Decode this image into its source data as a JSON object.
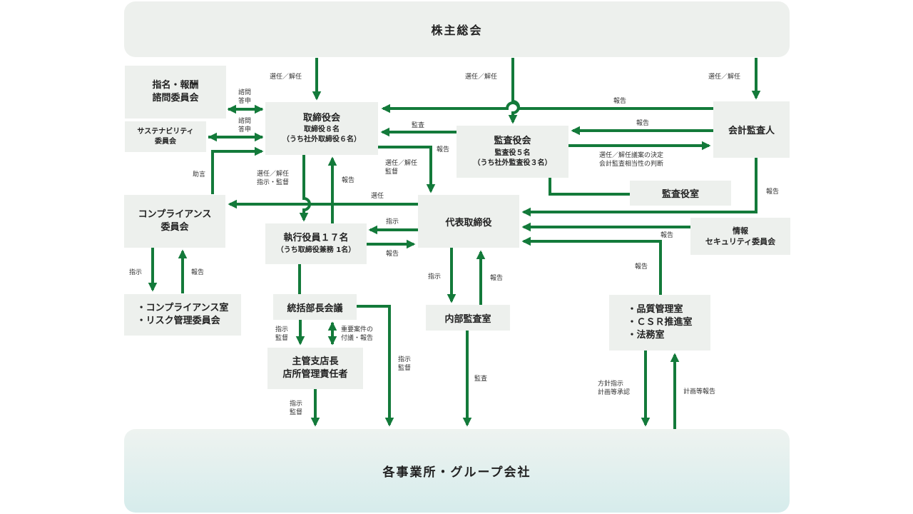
{
  "nodes": {
    "shareholders": "株主総会",
    "nomination_committee": [
      "指名・報酬",
      "諮問委員会"
    ],
    "sustainability_committee": [
      "サステナビリティ",
      "委員会"
    ],
    "board": {
      "title": "取締役会",
      "sub1": "取締役８名",
      "sub2": "（うち社外取締役６名）"
    },
    "audit_board": {
      "title": "監査役会",
      "sub1": "監査役５名",
      "sub2": "（うち社外監査役３名）"
    },
    "auditor": "会計監査人",
    "audit_office": "監査役室",
    "compliance_committee": [
      "コンプライアンス",
      "委員会"
    ],
    "executive_officers": {
      "title": "執行役員１７名",
      "sub": "（うち取締役兼務 1名）"
    },
    "representative_director": "代表取締役",
    "info_security_committee": [
      "情報",
      "セキュリティ委員会"
    ],
    "compliance_office": [
      "・コンプライアンス室",
      "・リスク管理委員会"
    ],
    "general_managers_meeting": "統括部長会議",
    "branch_managers": [
      "主管支店長",
      "店所管理責任者"
    ],
    "internal_audit": "内部監査室",
    "quality_offices": [
      "・品質管理室",
      "・ＣＳＲ推進室",
      "・法務室"
    ],
    "business_sites": "各事業所・グループ会社"
  },
  "labels": {
    "elect_dismiss": "選任／解任",
    "consult_1": [
      "諮問",
      "答申"
    ],
    "consult_2": [
      "諮問",
      "答申"
    ],
    "report": "報告",
    "audit": "監査",
    "advice": "助言",
    "elect_dismiss_instruct": [
      "選任／解任",
      "指示・監督"
    ],
    "elect_dismiss_2": [
      "選任／解任",
      "監督"
    ],
    "elect": "選任",
    "instruct": "指示",
    "auditor_decision": [
      "選任／解任議案の決定",
      "会計監査相当性の判断"
    ],
    "instruct_supervise": [
      "指示",
      "監督"
    ],
    "important_matters": [
      "重要案件の",
      "付議・報告"
    ],
    "policy": [
      "方針指示",
      "計画等承認"
    ],
    "plan_report": "計画等報告"
  },
  "colors": {
    "arrow": "#137a3a",
    "box": "#edf0ed",
    "bottom_box": "#d6ecec"
  }
}
